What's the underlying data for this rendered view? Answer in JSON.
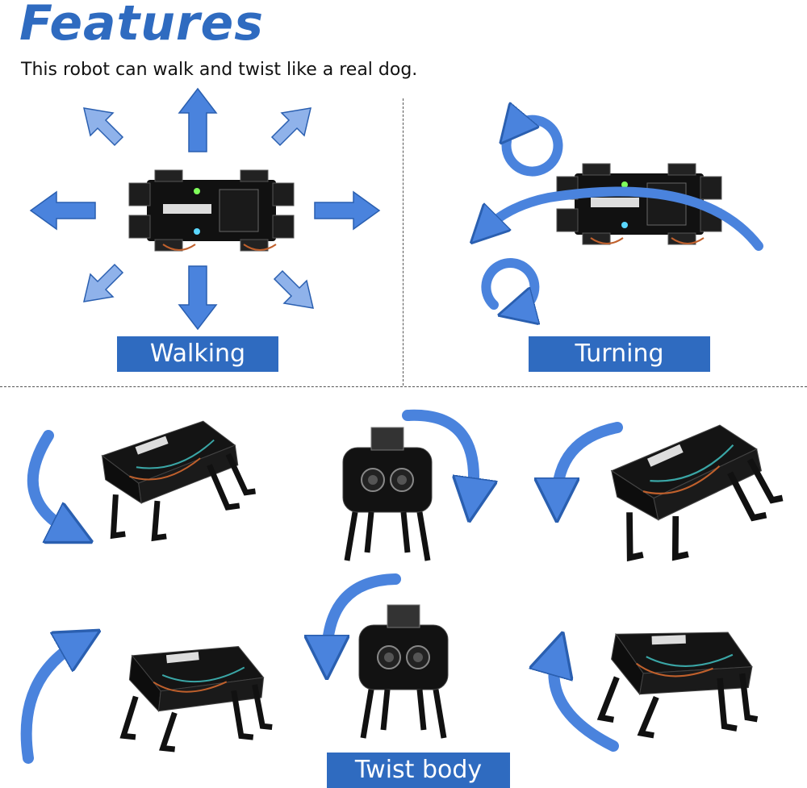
{
  "header": {
    "title": "Features",
    "subtitle": "This robot can walk and twist like a real dog."
  },
  "sections": {
    "walking_label": "Walking",
    "turning_label": "Turning",
    "twist_label": "Twist body"
  },
  "colors": {
    "accent": "#2f6bc0",
    "arrow_fill": "#4a83dd",
    "arrow_light": "#8fb2ea",
    "label_bg": "#2f6bc0",
    "robot_body": "#111111"
  },
  "icons": {
    "direction_arrows": "arrow-icon",
    "rotation_arrows": "curved-arrow-icon",
    "robot": "robot-dog-icon"
  }
}
